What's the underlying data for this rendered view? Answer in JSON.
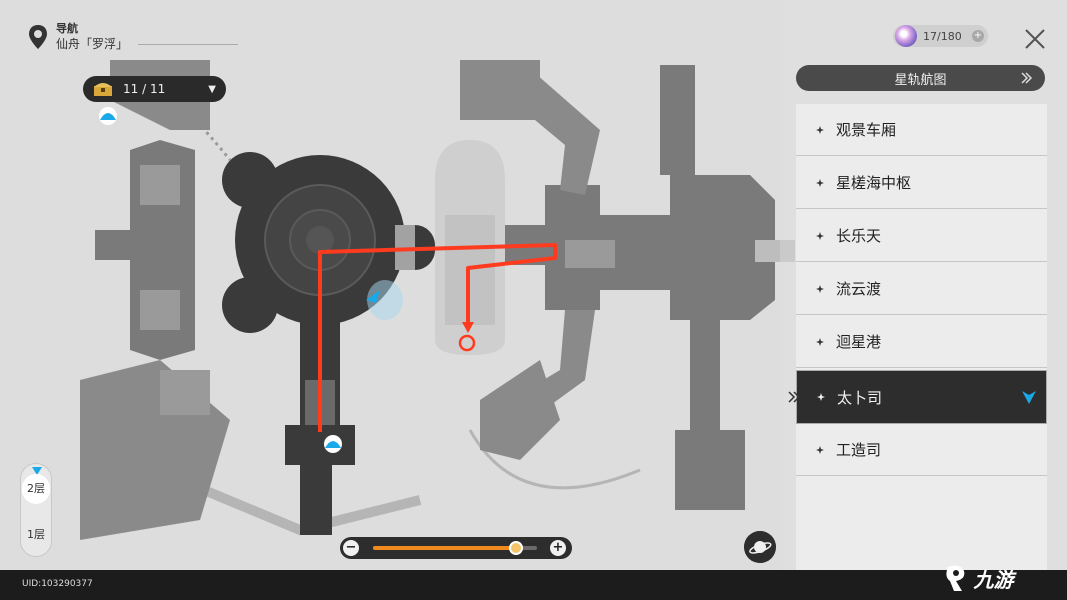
{
  "header": {
    "nav_label": "导航",
    "location": "仙舟「罗浮」"
  },
  "chest": {
    "count": "11 / 11"
  },
  "currency": {
    "value": "17/180",
    "plus": "+"
  },
  "route_map_button": {
    "label": "星轨航图"
  },
  "regions": [
    {
      "label": "观景车厢",
      "active": false
    },
    {
      "label": "星槎海中枢",
      "active": false
    },
    {
      "label": "长乐天",
      "active": false
    },
    {
      "label": "流云渡",
      "active": false
    },
    {
      "label": "迴星港",
      "active": false
    },
    {
      "label": "太卜司",
      "active": true
    },
    {
      "label": "工造司",
      "active": false
    }
  ],
  "floors": [
    {
      "label": "2层",
      "active": true
    },
    {
      "label": "1层",
      "active": false
    }
  ],
  "zoom": {
    "minus": "−",
    "plus": "+",
    "level": 0.87
  },
  "uid": "UID:103290377",
  "watermark": "九游",
  "colors": {
    "route": "#ff3b1f",
    "accent_cyan": "#19a8e8",
    "zoom_fill": "#f08a1f",
    "panel_active": "#2d2d2d"
  }
}
